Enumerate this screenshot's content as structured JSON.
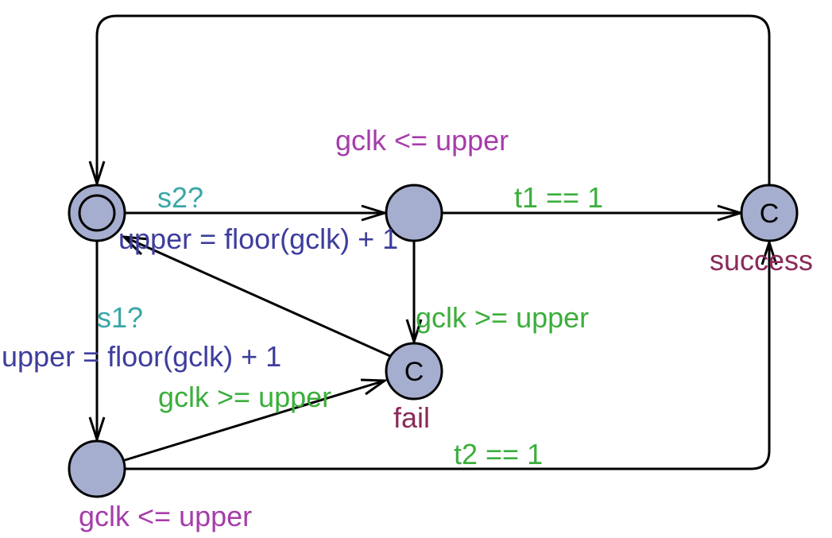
{
  "colors": {
    "state_fill": "#a6aecf",
    "stroke": "#000000",
    "sync": "#3aa6a6",
    "update": "#3d3d9e",
    "guard": "#3cae3c",
    "invariant": "#a63daa",
    "name": "#8a2a5a"
  },
  "states": {
    "initial": {
      "name": "",
      "kind": "initial"
    },
    "mid": {
      "name": "",
      "kind": "normal"
    },
    "success": {
      "name": "success",
      "kind": "committed",
      "marker": "C"
    },
    "fail": {
      "name": "fail",
      "kind": "committed",
      "marker": "C"
    },
    "bottom": {
      "name": "",
      "kind": "normal"
    }
  },
  "invariants": {
    "mid": "gclk <= upper",
    "bottom": "gclk <= upper"
  },
  "transitions": {
    "init_to_mid": {
      "sync": "s2?",
      "update": "upper = floor(gclk) + 1"
    },
    "init_to_bottom": {
      "sync": "s1?",
      "update": "upper = floor(gclk) + 1"
    },
    "mid_to_success": {
      "guard": "t1 == 1"
    },
    "mid_to_fail": {
      "guard": "gclk >= upper"
    },
    "bottom_to_fail": {
      "guard": "gclk >= upper"
    },
    "bottom_to_success": {
      "guard": "t2 == 1"
    },
    "fail_to_init": {},
    "success_to_init": {}
  }
}
